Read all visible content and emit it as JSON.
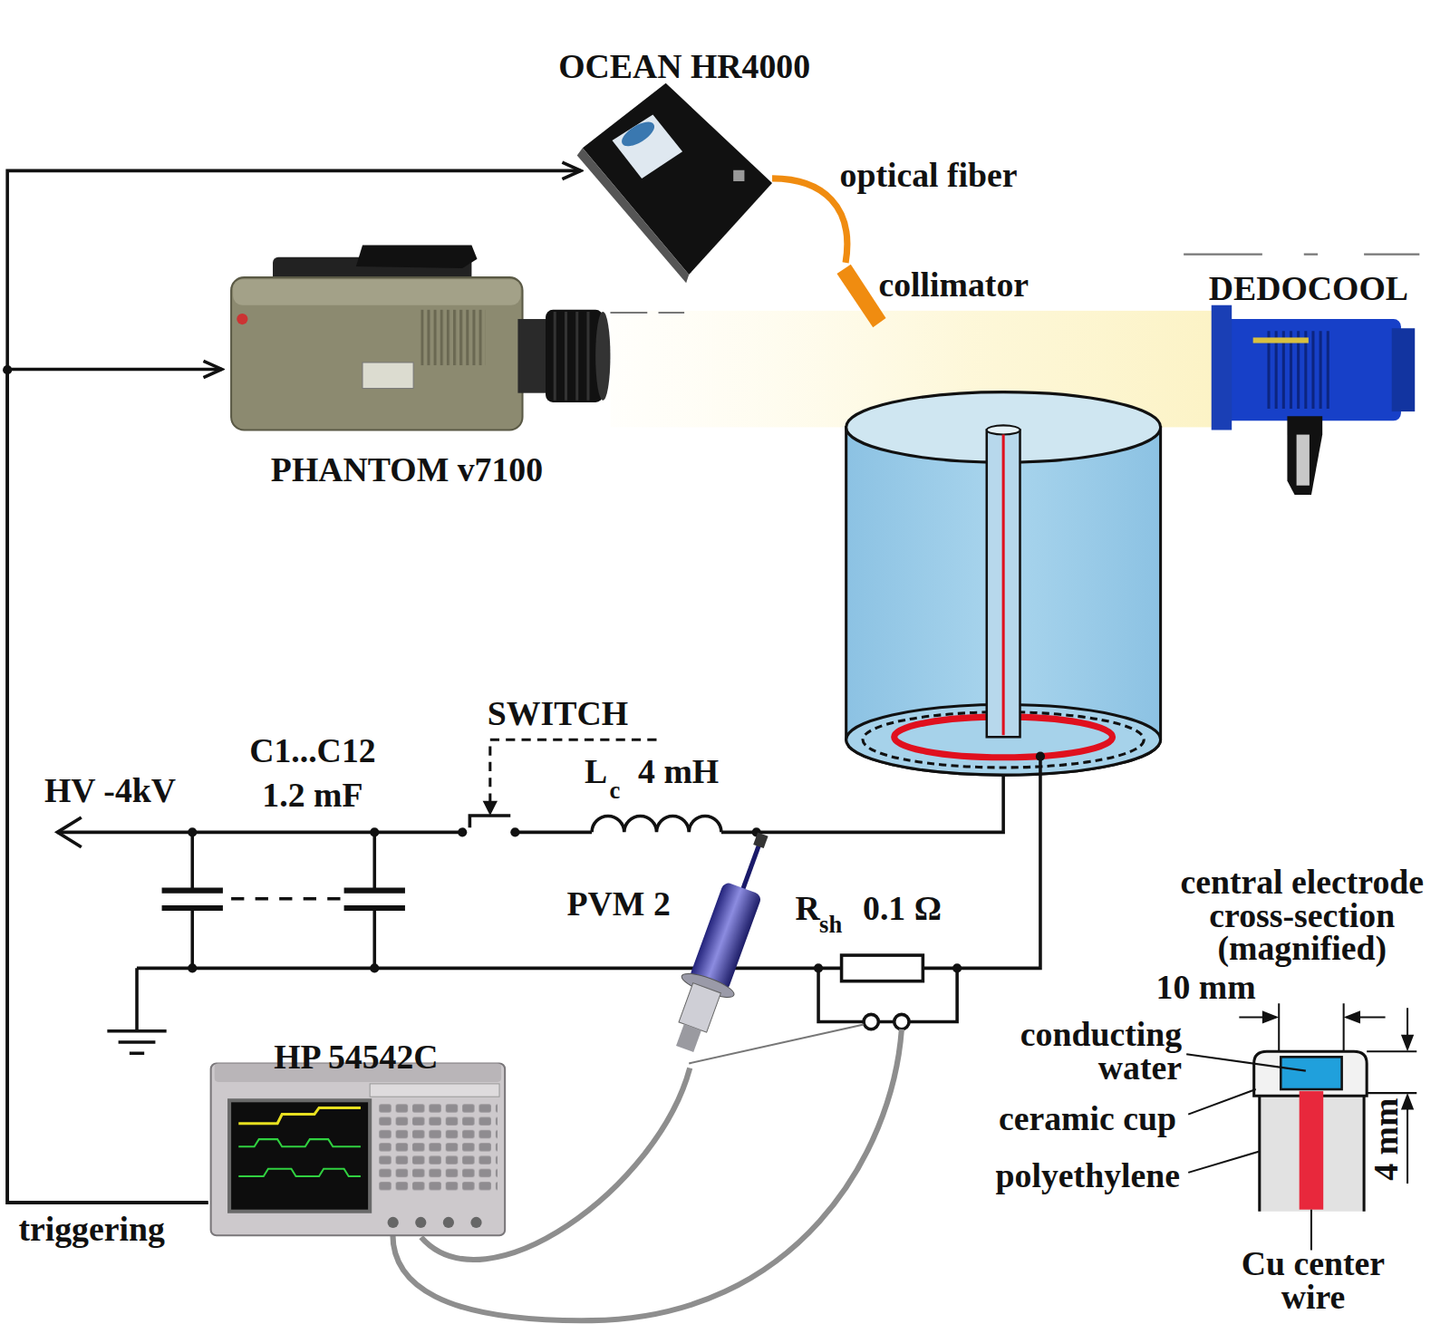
{
  "diagram": {
    "nodes": [
      {
        "text": [
          "OCEAN HR4000"
        ]
      },
      {
        "text": [
          "PHANTOM v7100"
        ]
      },
      {
        "text": [
          "collimator"
        ]
      },
      {
        "text": [
          "DEDOCOOL"
        ]
      },
      {
        "text": [
          "HP 54542C"
        ]
      },
      {
        "text": [
          "PVM 2"
        ]
      }
    ],
    "edges": [
      {
        "from": 4,
        "to": 0,
        "arrow": "to",
        "label": "triggering"
      },
      {
        "from": 4,
        "to": 1,
        "arrow": "to"
      },
      {
        "from": 0,
        "to": 2,
        "arrow": "none",
        "label": "optical fiber"
      },
      {
        "from": 5,
        "to": 4,
        "arrow": "none"
      }
    ],
    "labels": [
      "SWITCH",
      "C1...C12",
      "1.2 mF",
      "HV -4kV",
      "L",
      "c",
      "4 mH",
      "R",
      "sh",
      "0.1 Ω",
      "central electrode cross-section (magnified)",
      "10 mm",
      "conducting water",
      "ceramic cup",
      "polyethylene",
      "4 mm",
      "Cu center wire"
    ]
  }
}
